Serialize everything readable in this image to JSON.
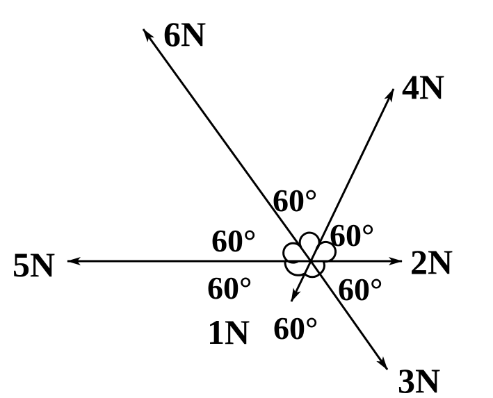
{
  "forces": [
    {
      "label": "1N",
      "magnitude": 1,
      "direction_deg": 244
    },
    {
      "label": "2N",
      "magnitude": 2,
      "direction_deg": 0
    },
    {
      "label": "3N",
      "magnitude": 3,
      "direction_deg": 305
    },
    {
      "label": "4N",
      "magnitude": 4,
      "direction_deg": 64
    },
    {
      "label": "5N",
      "magnitude": 5,
      "direction_deg": 180
    },
    {
      "label": "6N",
      "magnitude": 6,
      "direction_deg": 125
    }
  ],
  "angles": [
    "60°",
    "60°",
    "60°",
    "60°",
    "60°",
    "60°"
  ],
  "color": "#000000"
}
